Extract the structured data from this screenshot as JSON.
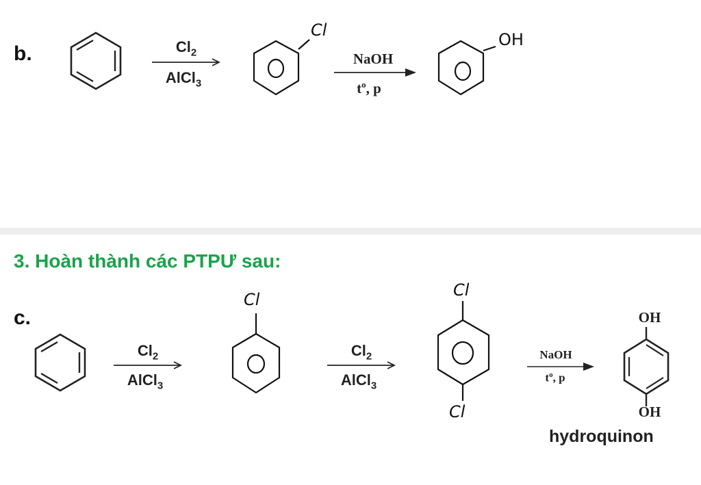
{
  "reaction_b": {
    "label": "b.",
    "step1": {
      "above": "Cl",
      "above_sub": "2",
      "below": "AlCl",
      "below_sub": "3"
    },
    "intermediate_sub": "Cl",
    "step2": {
      "above": "NaOH",
      "below": "t",
      "below_sup": "o",
      "below_rest": ", p"
    },
    "product_sub": "OH"
  },
  "heading": "3. Hoàn thành các PTPƯ sau:",
  "reaction_c": {
    "label": "c.",
    "step1": {
      "above": "Cl",
      "above_sub": "2",
      "below": "AlCl",
      "below_sub": "3"
    },
    "intermediate1_sub": "Cl",
    "step2": {
      "above": "Cl",
      "above_sub": "2",
      "below": "AlCl",
      "below_sub": "3"
    },
    "intermediate2_top": "Cl",
    "intermediate2_bottom": "Cl",
    "step3": {
      "above": "NaOH",
      "below": "t",
      "below_sup": "o",
      "below_rest": ", p"
    },
    "product_top": "OH",
    "product_bottom": "OH",
    "product_name": "hydroquinon"
  },
  "colors": {
    "heading": "#1aa34a",
    "ink": "#111111",
    "divider": "#eeeeee"
  }
}
